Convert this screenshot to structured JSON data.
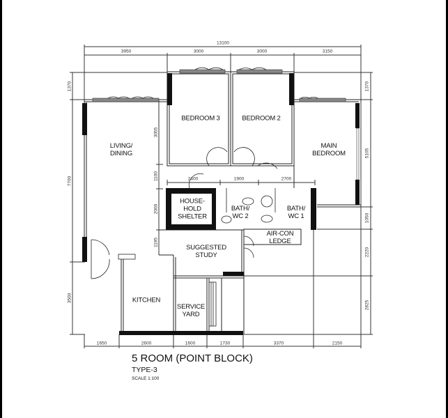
{
  "plan": {
    "title": "5 ROOM (POINT BLOCK)",
    "type": "TYPE-3",
    "scale": "SCALE 1:100"
  },
  "rooms": {
    "living_dining": "LIVING/\nDINING",
    "bedroom3": "BEDROOM 3",
    "bedroom2": "BEDROOM 2",
    "main_bedroom": "MAIN\nBEDROOM",
    "household_shelter": "HOUSE-\nHOLD\nSHELTER",
    "bath_wc2": "BATH/\nWC 2",
    "bath_wc1": "BATH/\nWC 1",
    "aircon_ledge": "AIR-CON\nLEDGE",
    "suggested_study": "SUGGESTED\nSTUDY",
    "kitchen": "KITCHEN",
    "service_yard": "SERVICE\nYARD"
  },
  "dimensions": {
    "top_total": "13100",
    "top": [
      "3950",
      "3000",
      "3000",
      "3150"
    ],
    "inner_mid": [
      "2400",
      "1900",
      "2700"
    ],
    "bottom": [
      "1650",
      "2600",
      "1600",
      "1730",
      "3370",
      "2150"
    ],
    "left": [
      "1370",
      "7700",
      "3500"
    ],
    "left_inner": [
      "3055",
      "1100",
      "2000",
      "1195"
    ],
    "right": [
      "1370",
      "5105",
      "1050",
      "2220",
      "2825"
    ]
  }
}
